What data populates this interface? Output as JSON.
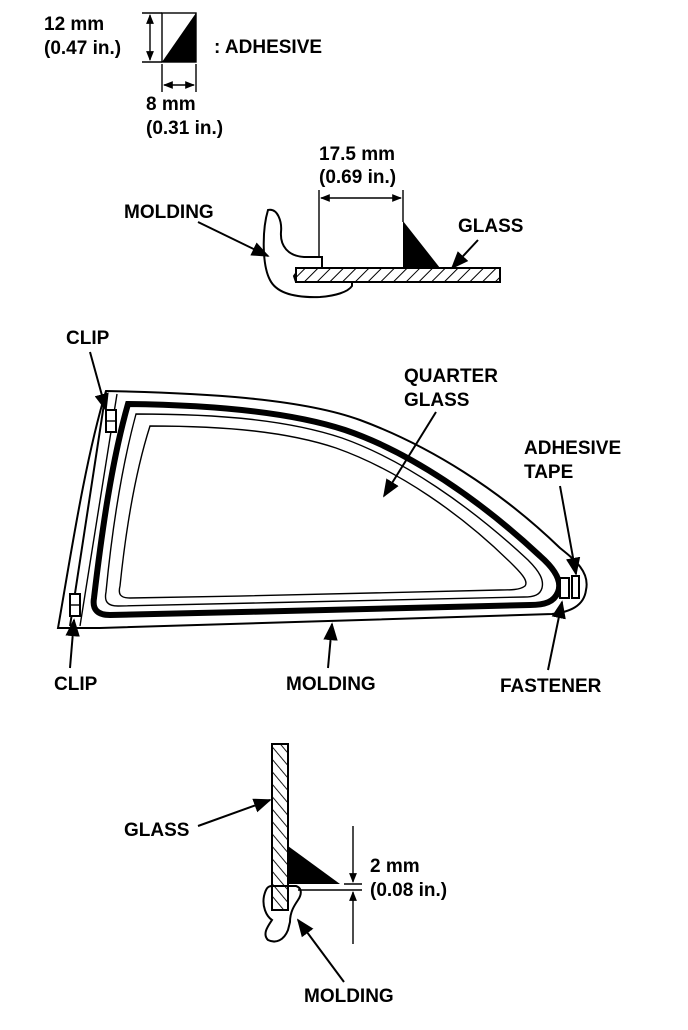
{
  "adhesive_legend": {
    "height_mm": "12 mm",
    "height_in": "(0.47 in.)",
    "width_mm": "8 mm",
    "width_in": "(0.31 in.)",
    "label": ": ADHESIVE"
  },
  "top_section": {
    "dim_mm": "17.5 mm",
    "dim_in": "(0.69 in.)",
    "molding_label": "MOLDING",
    "glass_label": "GLASS"
  },
  "main_view": {
    "clip_top_label": "CLIP",
    "clip_bottom_label": "CLIP",
    "quarter_glass_line1": "QUARTER",
    "quarter_glass_line2": "GLASS",
    "adhesive_tape_line1": "ADHESIVE",
    "adhesive_tape_line2": "TAPE",
    "molding_label": "MOLDING",
    "fastener_label": "FASTENER"
  },
  "bottom_section": {
    "glass_label": "GLASS",
    "dim_mm": "2 mm",
    "dim_in": "(0.08 in.)",
    "molding_label": "MOLDING"
  },
  "colors": {
    "ink": "#000000",
    "paper": "#ffffff"
  }
}
